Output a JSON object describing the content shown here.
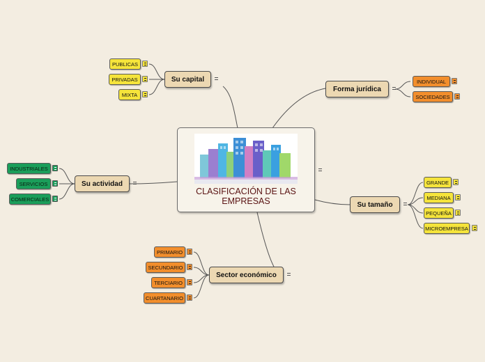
{
  "colors": {
    "background": "#f3ede1",
    "main_node": "#ecd8b2",
    "leaf_yellow": "#f5e43b",
    "leaf_orange": "#f28e2c",
    "leaf_green": "#1a9e5a",
    "link": "#555555",
    "title": "#5a1313"
  },
  "center": {
    "title": "CLASIFICACIÓN DE LAS EMPRESAS",
    "image": "buildings-cityscape-picture",
    "note_icon": "note-icon"
  },
  "branches": {
    "capital": {
      "label": "Su capital",
      "children": [
        "PUBLICAS",
        "PRIVADAS",
        "MIXTA"
      ]
    },
    "juridica": {
      "label": "Forma jurídica",
      "children": [
        "INDIVIDUAL",
        "SOCIEDADES"
      ]
    },
    "actividad": {
      "label": "Su actividad",
      "children": [
        "INDUSTRIALES",
        "SERVICIOS",
        "COMERCIALES"
      ]
    },
    "tamano": {
      "label": "Su tamaño",
      "children": [
        "GRANDE",
        "MEDIANA",
        "PEQUEÑA",
        "MICROEMPRESA"
      ]
    },
    "sector": {
      "label": "Sector económico",
      "children": [
        "PRIMARIO",
        "SECUNDARIO",
        "TERCIARIO",
        "CUARTANARIO"
      ]
    }
  }
}
